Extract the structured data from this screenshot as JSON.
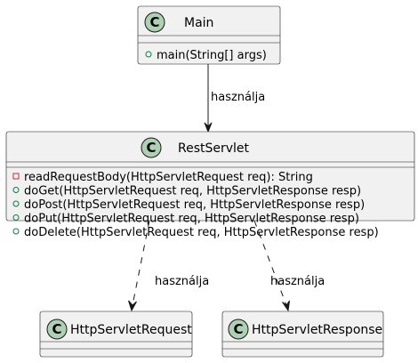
{
  "colors": {
    "class_fill": "#F1F1F1",
    "class_stroke": "#181818",
    "class_icon_fill": "#ADD1B2",
    "public_marker": "#038048",
    "private_marker": "#C82930"
  },
  "classes": {
    "main": {
      "icon": "C",
      "name": "Main",
      "methods": [
        {
          "visibility": "public",
          "text": "main(String[] args)"
        }
      ]
    },
    "restservlet": {
      "icon": "C",
      "name": "RestServlet",
      "methods": [
        {
          "visibility": "private",
          "text": "readRequestBody(HttpServletRequest req): String"
        },
        {
          "visibility": "public",
          "text": "doGet(HttpServletRequest req, HttpServletResponse resp)"
        },
        {
          "visibility": "public",
          "text": "doPost(HttpServletRequest req, HttpServletResponse resp)"
        },
        {
          "visibility": "public",
          "text": "doPut(HttpServletRequest req, HttpServletResponse resp)"
        },
        {
          "visibility": "public",
          "text": "doDelete(HttpServletRequest req, HttpServletResponse resp)"
        }
      ]
    },
    "request": {
      "icon": "C",
      "name": "HttpServletRequest"
    },
    "response": {
      "icon": "C",
      "name": "HttpServletResponse"
    }
  },
  "relations": {
    "main_to_rest": {
      "label": "használja",
      "style": "solid"
    },
    "rest_to_request": {
      "label": "használja",
      "style": "dashed"
    },
    "rest_to_response": {
      "label": "használja",
      "style": "dashed"
    }
  }
}
